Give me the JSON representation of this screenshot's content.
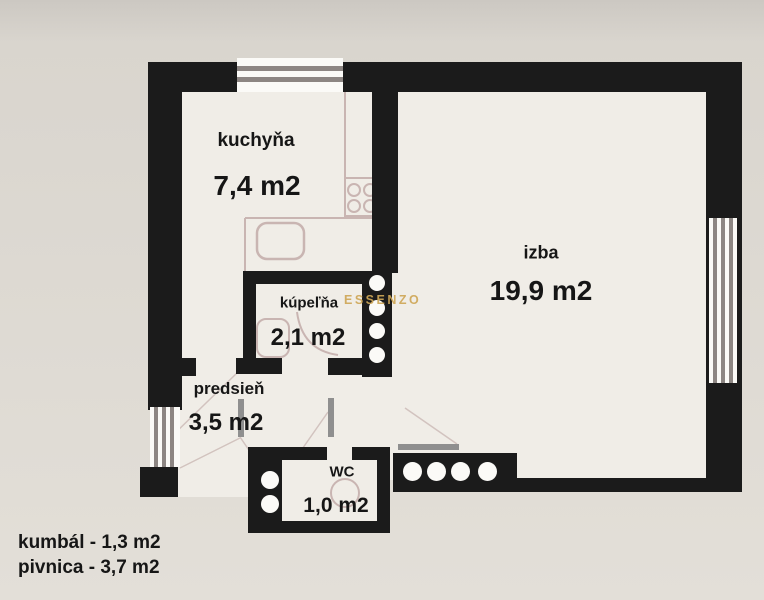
{
  "rooms": [
    {
      "name": "kuchyňa",
      "area": "7,4 m2"
    },
    {
      "name": "izba",
      "area": "19,9 m2"
    },
    {
      "name": "kúpeľňa",
      "area": "2,1 m2"
    },
    {
      "name": "predsieň",
      "area": "3,5 m2"
    },
    {
      "name": "WC",
      "area": "1,0 m2"
    }
  ],
  "footnotes": [
    "kumbál - 1,3 m2",
    "pivnica - 3,7 m2"
  ],
  "watermark": "ESSENZO",
  "icons": {
    "stove": "stove-icon (4 burner rings)",
    "sink": "kitchen-sink-icon (rounded rectangle)",
    "washbasin": "washbasin-icon (rounded rectangle)",
    "toilet": "toilet-icon (circle outline)",
    "shaft_circles": "ventilation-shaft-circles",
    "windows": "hatched-window-symbols"
  },
  "colors": {
    "wall": "#1b1b1b",
    "floor": "#f0ede7",
    "background": "#dedad3",
    "fixture_outline": "#c9b5b2",
    "window_stripe": "#8d8683",
    "door_leaf": "#8f8f8f",
    "watermark": "#cfa757"
  }
}
